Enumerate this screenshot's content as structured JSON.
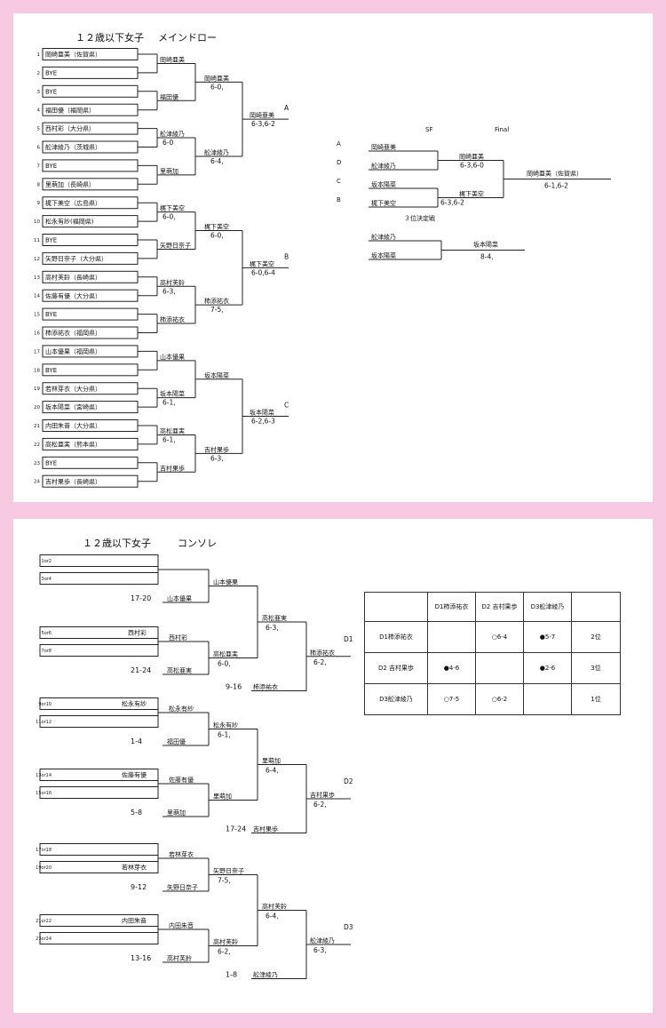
{
  "main": {
    "title": "１２歳以下女子",
    "subtitle": "メインドロー",
    "entries": [
      {
        "seed": "1",
        "name": "岡崎亜美（佐賀県）"
      },
      {
        "seed": "2",
        "name": "BYE"
      },
      {
        "seed": "3",
        "name": "BYE"
      },
      {
        "seed": "4",
        "name": "福田優（福岡県）"
      },
      {
        "seed": "5",
        "name": "西村彩（大分県）"
      },
      {
        "seed": "6",
        "name": "舩津綾乃（茨城県）"
      },
      {
        "seed": "7",
        "name": "BYE"
      },
      {
        "seed": "8",
        "name": "里萌加（長崎県）"
      },
      {
        "seed": "9",
        "name": "梶下美空（広島県）"
      },
      {
        "seed": "10",
        "name": "松永有紗(福岡県)"
      },
      {
        "seed": "11",
        "name": "BYE"
      },
      {
        "seed": "12",
        "name": "矢野日奈子（大分県）"
      },
      {
        "seed": "13",
        "name": "高村芙鈴（長崎県）"
      },
      {
        "seed": "14",
        "name": "佐藤有優（大分県）"
      },
      {
        "seed": "15",
        "name": "BYE"
      },
      {
        "seed": "16",
        "name": "柿添祐衣（福岡県）"
      },
      {
        "seed": "17",
        "name": "山本優果（福岡県）"
      },
      {
        "seed": "18",
        "name": "BYE"
      },
      {
        "seed": "19",
        "name": "若林芽衣（大分県）"
      },
      {
        "seed": "20",
        "name": "坂本陽菜（宮崎県）"
      },
      {
        "seed": "21",
        "name": "内田朱音（大分県）"
      },
      {
        "seed": "22",
        "name": "高松亜実（熊本県）"
      },
      {
        "seed": "23",
        "name": "BYE"
      },
      {
        "seed": "24",
        "name": "吉村果歩（長崎県）"
      }
    ],
    "r1": [
      {
        "name": "岡崎亜美",
        "score": ""
      },
      {
        "name": "福田優",
        "score": ""
      },
      {
        "name": "舩津綾乃",
        "score": "6-0"
      },
      {
        "name": "里萌加",
        "score": ""
      },
      {
        "name": "梶下美空",
        "score": "6-0,"
      },
      {
        "name": "矢野日奈子",
        "score": ""
      },
      {
        "name": "高村芙鈴",
        "score": "6-3,"
      },
      {
        "name": "柿添祐衣",
        "score": ""
      },
      {
        "name": "山本優果",
        "score": ""
      },
      {
        "name": "坂本陽菜",
        "score": "6-1,"
      },
      {
        "name": "高松亜実",
        "score": "6-1,"
      },
      {
        "name": "吉村果歩",
        "score": ""
      }
    ],
    "r2": [
      {
        "name": "岡崎亜美",
        "score": "6-0,"
      },
      {
        "name": "舩津綾乃",
        "score": "6-4,"
      },
      {
        "name": "梶下美空",
        "score": "6-0,"
      },
      {
        "name": "柿添祐衣",
        "score": "7-5,"
      },
      {
        "name": "坂本陽菜",
        "score": ""
      },
      {
        "name": "吉村果歩",
        "score": "6-3,"
      }
    ],
    "r3": [
      {
        "name": "岡崎亜美",
        "score": "6-3,6-2",
        "group": "A"
      },
      {
        "name": "梶下美空",
        "score": "6-0,6-4",
        "group": "B"
      },
      {
        "name": "坂本陽菜",
        "score": "6-2,6-3",
        "group": "C"
      }
    ],
    "sf_label": "SF",
    "final_label": "Final",
    "sf_entries": [
      {
        "letter": "A",
        "name": "岡崎亜美"
      },
      {
        "letter": "D",
        "name": "舩津綾乃"
      },
      {
        "letter": "C",
        "name": "坂本陽菜"
      },
      {
        "letter": "B",
        "name": "梶下美空"
      }
    ],
    "sf_results": [
      {
        "name": "岡崎亜美",
        "score": "6-3,6-0"
      },
      {
        "name": "梶下美空",
        "score": "6-3,6-2"
      }
    ],
    "champion": {
      "name": "岡崎亜美（佐賀県）",
      "score": "6-1,6-2"
    },
    "third_label": "３位決定戦",
    "third_entries": [
      "舩津綾乃",
      "坂本陽菜"
    ],
    "third_result": {
      "name": "坂本陽菜",
      "score": "8-4,"
    }
  },
  "consolation": {
    "title": "１２歳以下女子",
    "subtitle": "コンソレ",
    "slots": [
      "1or2",
      "3or4",
      "5or6",
      "7or8",
      "9or10",
      "11or12",
      "13or14",
      "15or16",
      "17or18",
      "19or20",
      "21or22",
      "23or24"
    ],
    "first_names": [
      "",
      "",
      "西村彩",
      "",
      "松永有紗",
      "",
      "佐藤有優",
      "",
      "",
      "若林芽衣",
      "内田朱音",
      ""
    ],
    "r1": [
      {
        "name": "",
        "score": ""
      },
      {
        "name": "西村彩",
        "score": ""
      },
      {
        "name": "松永有紗",
        "score": ""
      },
      {
        "name": "佐藤有優",
        "score": ""
      },
      {
        "name": "若林芽衣",
        "score": ""
      },
      {
        "name": "内田朱音",
        "score": ""
      }
    ],
    "byes": [
      {
        "range": "17-20",
        "name": "山本優果"
      },
      {
        "range": "21-24",
        "name": "高松亜実"
      },
      {
        "range": "1-4",
        "name": "福田優"
      },
      {
        "range": "5-8",
        "name": "里萌加"
      },
      {
        "range": "9-12",
        "name": "矢野日奈子"
      },
      {
        "range": "13-16",
        "name": "高村芙鈴"
      }
    ],
    "r2": [
      {
        "name": "山本優果",
        "score": ""
      },
      {
        "name": "高松亜実",
        "score": "6-0,"
      },
      {
        "name": "松永有紗",
        "score": "6-1,"
      },
      {
        "name": "里萌加",
        "score": ""
      },
      {
        "name": "矢野日奈子",
        "score": "7-5,"
      },
      {
        "name": "高村芙鈴",
        "score": "6-2,"
      }
    ],
    "r3": [
      {
        "name": "高松亜実",
        "score": "6-3,"
      },
      {
        "name": "里萌加",
        "score": "6-4,"
      },
      {
        "name": "高村芙鈴",
        "score": "6-4,"
      }
    ],
    "late": [
      {
        "range": "9-16",
        "name": "柿添祐衣"
      },
      {
        "range": "17-24",
        "name": "吉村果歩"
      },
      {
        "range": "1-8",
        "name": "舩津綾乃"
      }
    ],
    "finals": [
      {
        "name": "柿添祐衣",
        "score": "6-2,",
        "group": "D1"
      },
      {
        "name": "吉村果歩",
        "score": "6-2,",
        "group": "D2"
      },
      {
        "name": "舩津綾乃",
        "score": "6-3,",
        "group": "D3"
      }
    ],
    "rr_header": [
      "",
      "D1柿添祐衣",
      "D2 吉村果歩",
      "D3舩津綾乃",
      ""
    ],
    "rr_rows": [
      [
        "D1柿添祐衣",
        "",
        "○6-4",
        "●5-7",
        "2位"
      ],
      [
        "D2 吉村果歩",
        "●4-6",
        "",
        "●2-6",
        "3位"
      ],
      [
        "D3舩津綾乃",
        "○7-5",
        "○6-2",
        "",
        "1位"
      ]
    ]
  }
}
